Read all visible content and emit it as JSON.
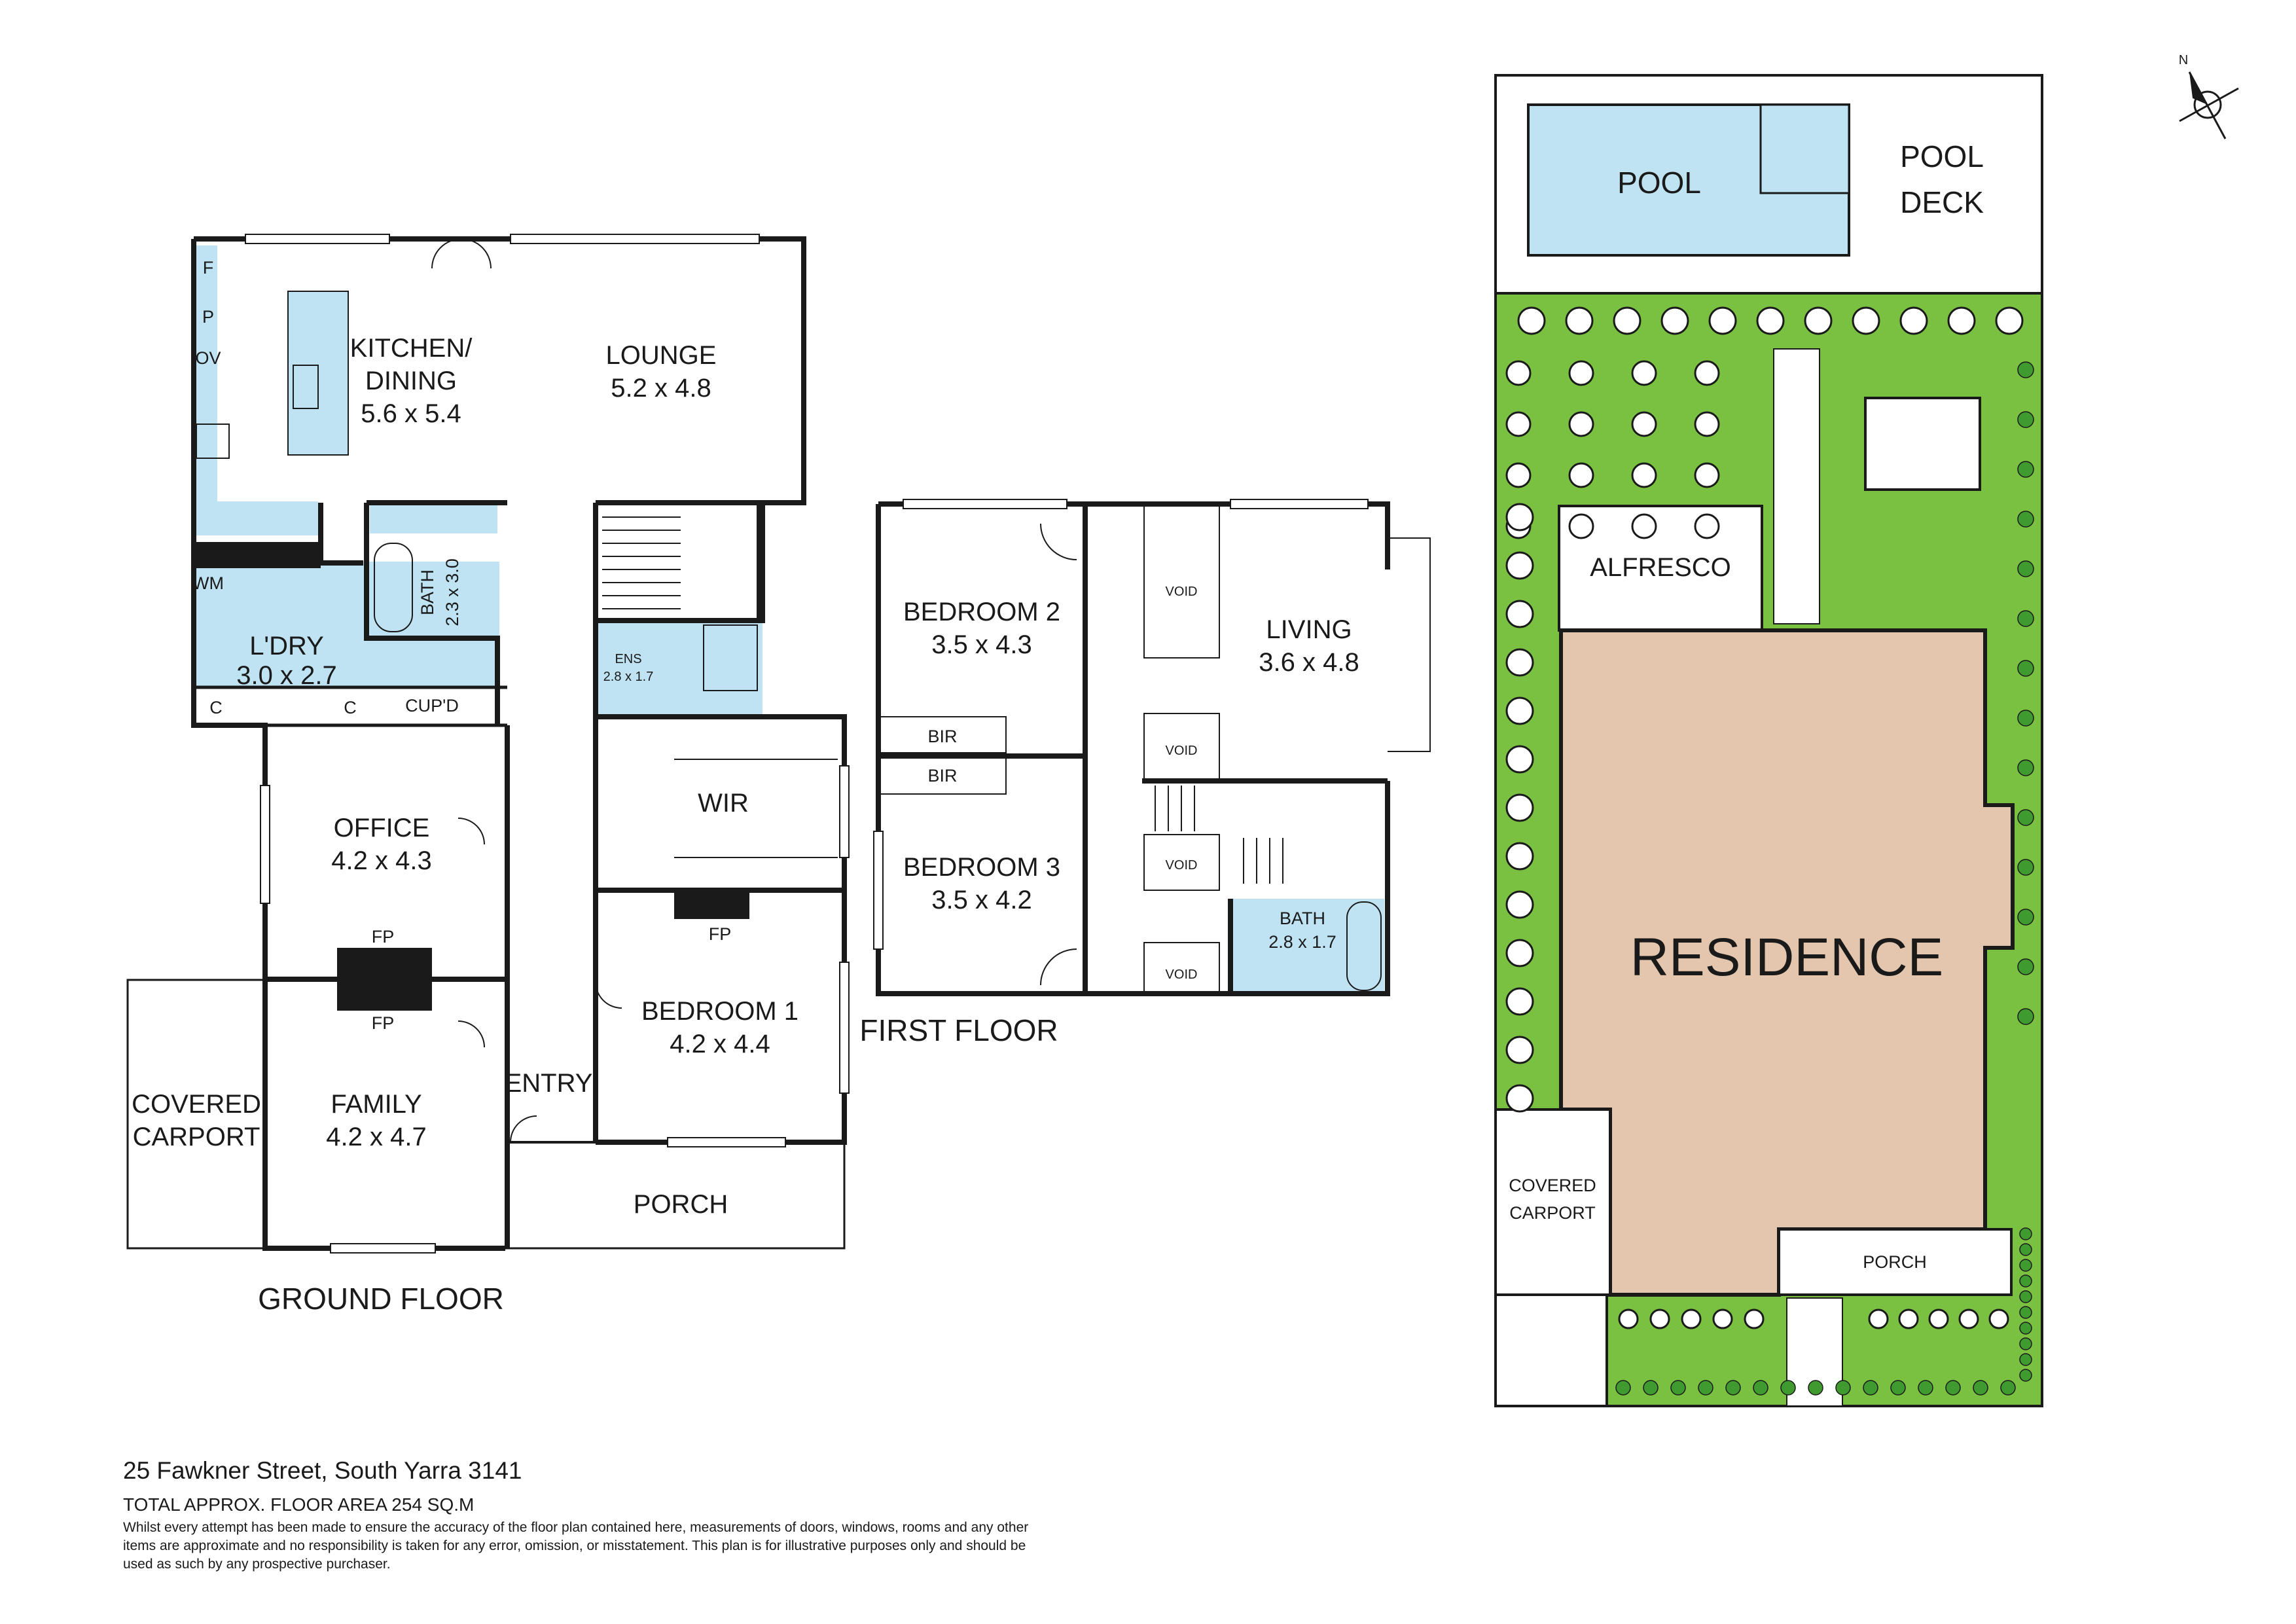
{
  "ground_floor": {
    "title": "GROUND FLOOR",
    "kitchen_name": "KITCHEN/",
    "kitchen_name2": "DINING",
    "kitchen_size": "5.6 x 5.4",
    "lounge_name": "LOUNGE",
    "lounge_size": "5.2 x 4.8",
    "laundry_name": "L'DRY",
    "laundry_size": "3.0 x 2.7",
    "bath_name": "BATH",
    "bath_size": "2.3 x 3.0",
    "ens_name": "ENS",
    "ens_size": "2.8 x 1.7",
    "wir": "WIR",
    "office_name": "OFFICE",
    "office_size": "4.2 x 4.3",
    "family_name": "FAMILY",
    "family_size": "4.2 x 4.7",
    "bedroom1_name": "BEDROOM 1",
    "bedroom1_size": "4.2 x 4.4",
    "entry": "ENTRY",
    "porch": "PORCH",
    "carport1": "COVERED",
    "carport2": "CARPORT",
    "fp": "FP",
    "cupd": "CUP'D",
    "c": "C",
    "wm": "WM",
    "f": "F",
    "p": "P",
    "ov": "OV"
  },
  "first_floor": {
    "title": "FIRST FLOOR",
    "bedroom2_name": "BEDROOM 2",
    "bedroom2_size": "3.5 x 4.3",
    "bedroom3_name": "BEDROOM 3",
    "bedroom3_size": "3.5 x 4.2",
    "living_name": "LIVING",
    "living_size": "3.6 x 4.8",
    "bath_name": "BATH",
    "bath_size": "2.8 x 1.7",
    "void": "VOID",
    "bir": "BIR"
  },
  "site_plan": {
    "pool": "POOL",
    "pool_deck1": "POOL",
    "pool_deck2": "DECK",
    "alfresco": "ALFRESCO",
    "residence": "RESIDENCE",
    "carport1": "COVERED",
    "carport2": "CARPORT",
    "porch": "PORCH",
    "north": "N"
  },
  "footer": {
    "address": "25 Fawkner Street, South Yarra 3141",
    "area": "TOTAL APPROX. FLOOR AREA 254 SQ.M",
    "disclaimer": "Whilst every attempt has been made to ensure the accuracy of the floor plan contained here, measurements of doors, windows, rooms and any other items are approximate and no responsibility is taken for any error, omission, or misstatement. This plan is for illustrative purposes only and should be used as such by any prospective purchaser."
  },
  "colors": {
    "wall": "#1a1a1a",
    "wet_area": "#bfe3f2",
    "lawn": "#7ac142",
    "residence": "#e3c6ad",
    "shrub": "#3f9a2f",
    "pool": "#bfe3f2"
  }
}
